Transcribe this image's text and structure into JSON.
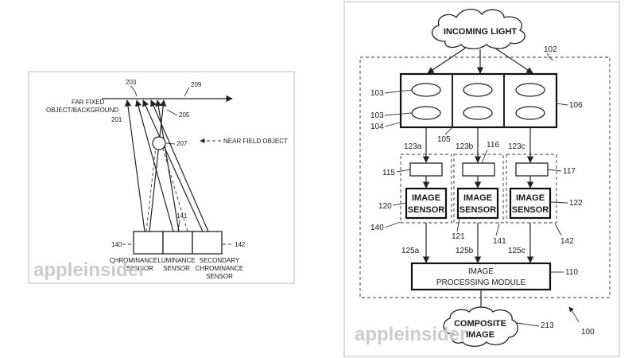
{
  "left_figure": {
    "far_fixed_object": [
      "FAR FIXED",
      "OBJECT/BACKGROUND"
    ],
    "near_field_object": "NEAR FIELD OBJECT",
    "sensors": [
      {
        "name": [
          "CHROMINANCE",
          "SENSOR"
        ]
      },
      {
        "name": [
          "LUMINANCE",
          "SENSOR"
        ]
      },
      {
        "name": [
          "SECONDARY",
          "CHROMINANCE",
          "SENSOR"
        ]
      }
    ],
    "refs": {
      "r203": "203",
      "r209": "209",
      "r201": "201",
      "r205": "205",
      "r207": "207",
      "r141": "141",
      "r140": "140",
      "r142": "142"
    },
    "watermark": "appleinsider"
  },
  "right_figure": {
    "incoming_light": "INCOMING LIGHT",
    "image_sensor": [
      "IMAGE",
      "SENSOR"
    ],
    "processing_module": [
      "IMAGE",
      "PROCESSING MODULE"
    ],
    "composite_image": [
      "COMPOSITE",
      "IMAGE"
    ],
    "refs": {
      "r102": "102",
      "r103a": "103",
      "r103b": "103",
      "r104": "104",
      "r105": "105",
      "r106": "106",
      "r123a": "123a",
      "r123b": "123b",
      "r123c": "123c",
      "r116": "116",
      "r115": "115",
      "r117": "117",
      "r120": "120",
      "r122": "122",
      "r140": "140",
      "r121": "121",
      "r141": "141",
      "r142": "142",
      "r125a": "125a",
      "r125b": "125b",
      "r125c": "125c",
      "r110": "110",
      "r213": "213",
      "r100": "100"
    },
    "watermark": "appleinsider"
  }
}
